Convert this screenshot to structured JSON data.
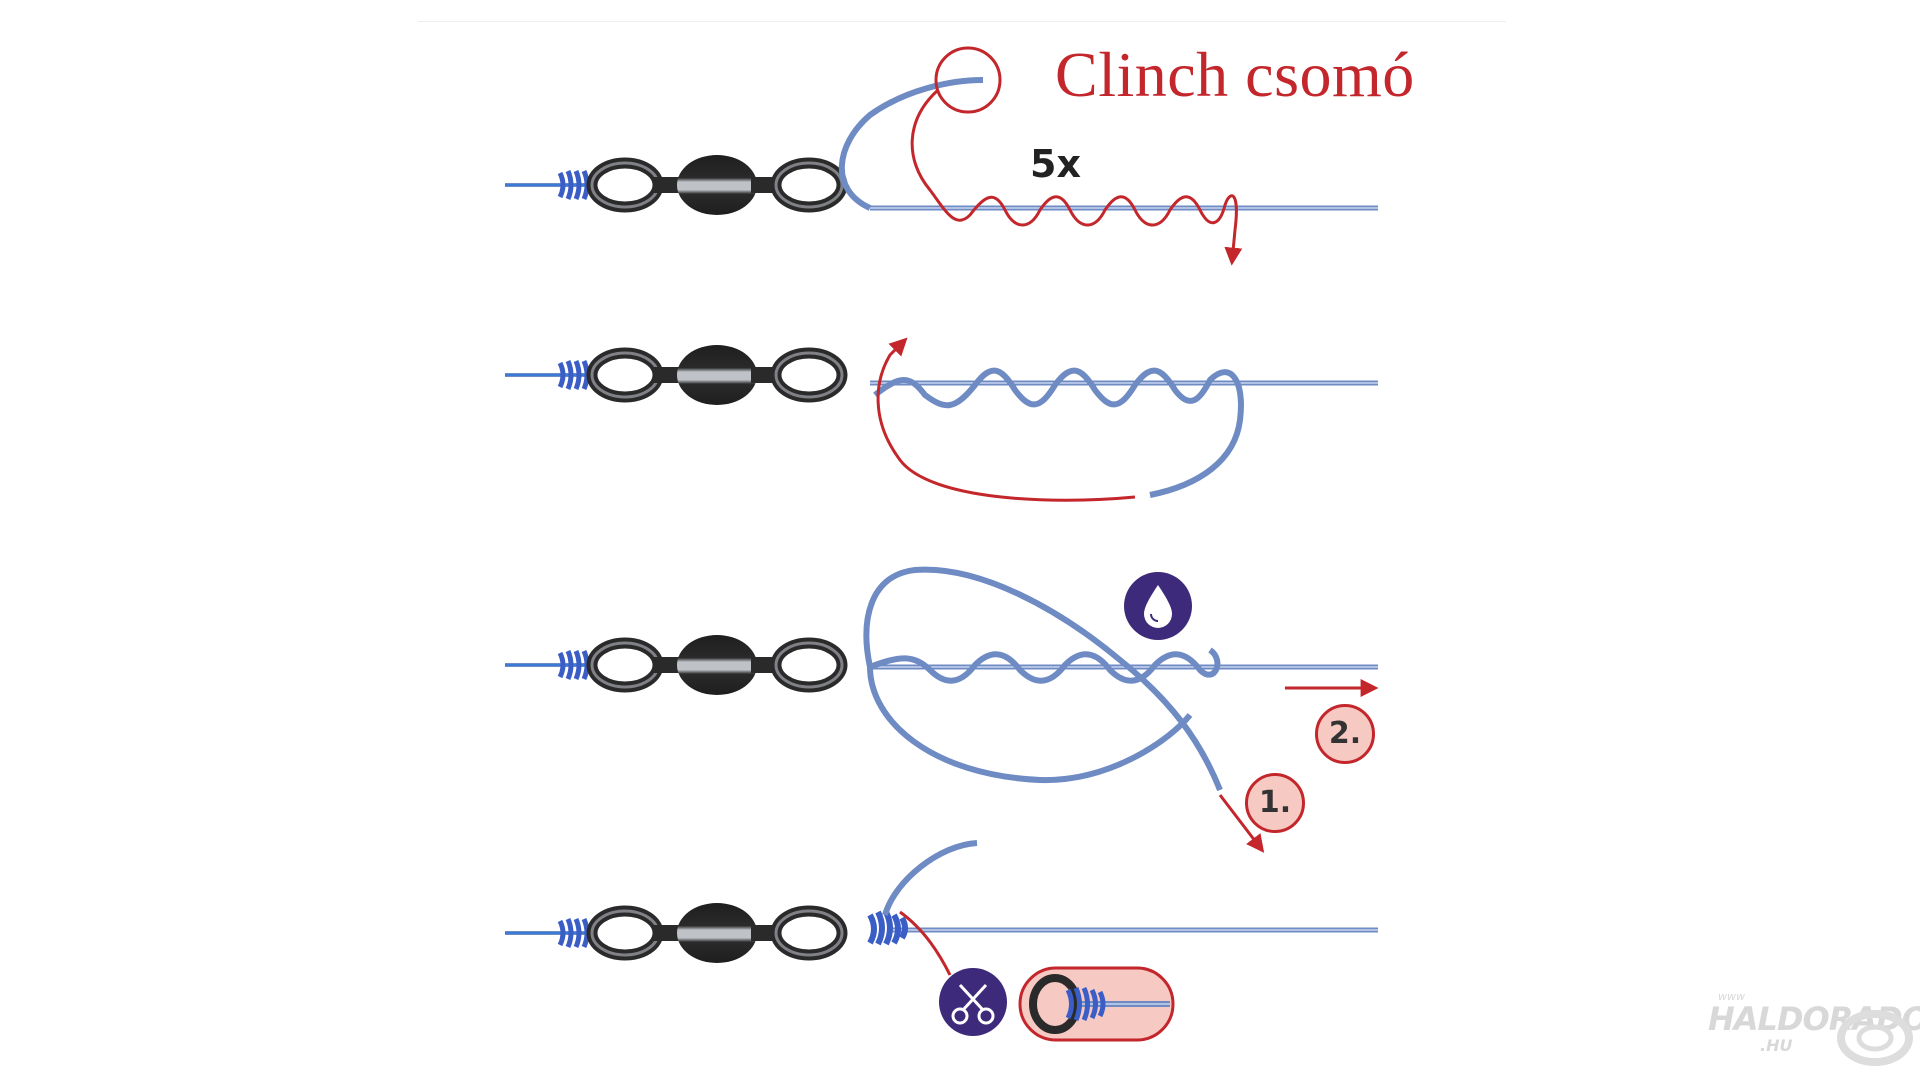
{
  "title": "Clinch csomó",
  "turns_label": "5x",
  "steps": [
    {
      "label": "1."
    },
    {
      "label": "2."
    }
  ],
  "icons": [
    "drop-icon",
    "scissors-icon",
    "swivel-icon",
    "knot-detail-icon"
  ],
  "watermark": {
    "small": "www",
    "brand": "HALDORADO",
    "tld": ".HU"
  },
  "colors": {
    "line": "#6f8bc4",
    "red": "#c3262b",
    "badge_fill": "#f7c9c3",
    "purple": "#3d2a7a",
    "swivel": "#2a2a2a"
  }
}
